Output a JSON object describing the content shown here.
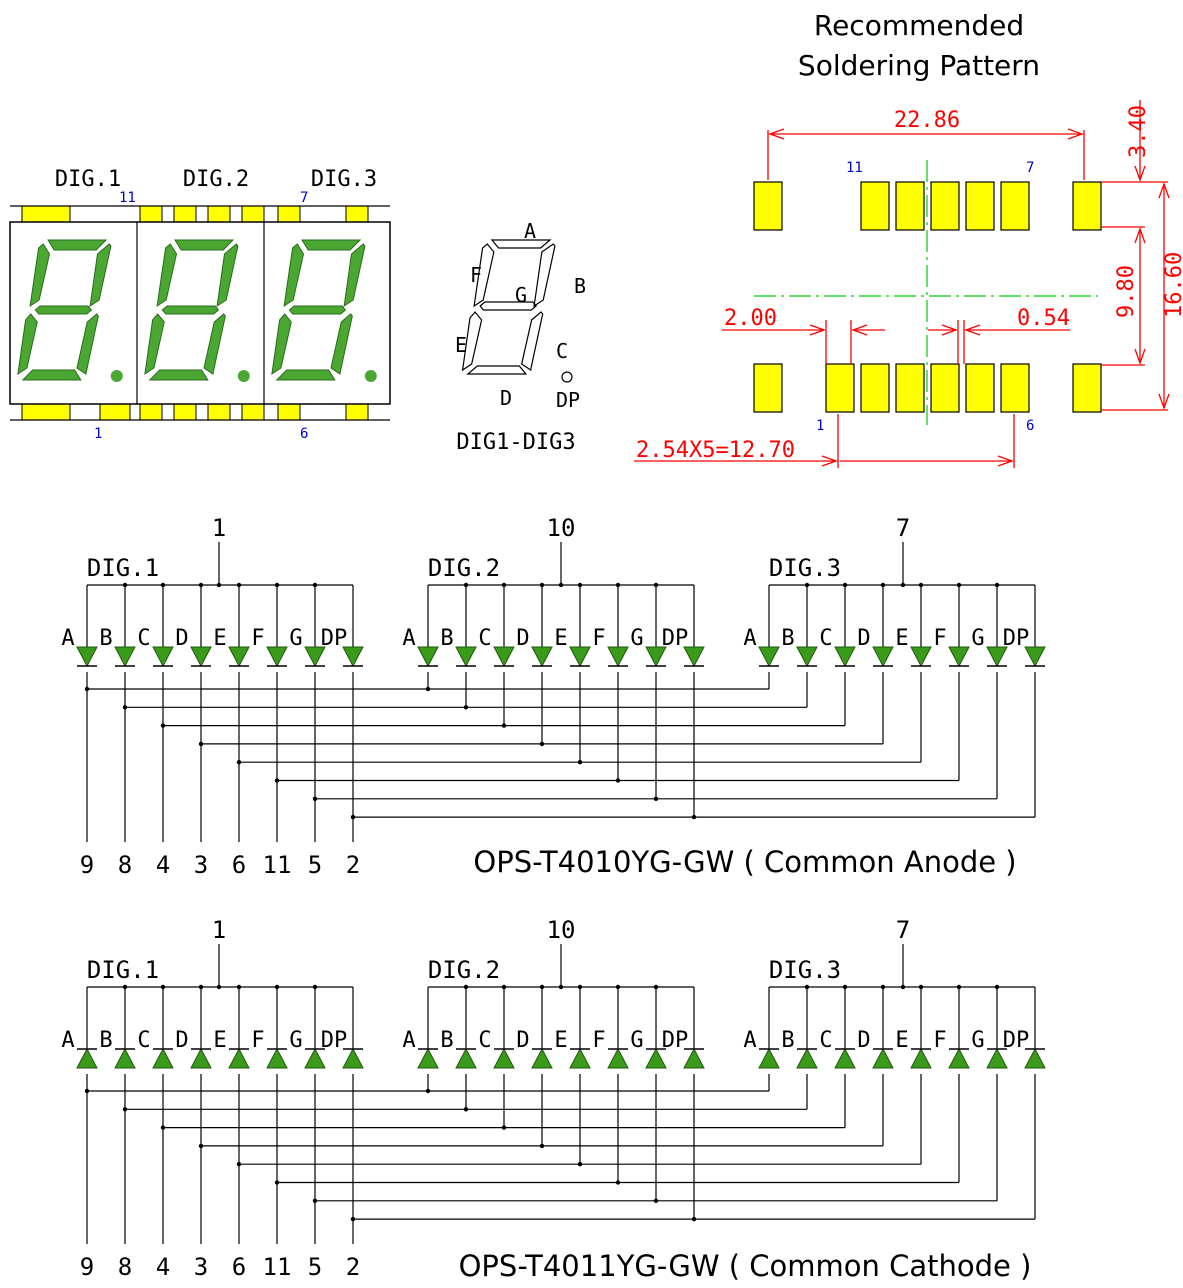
{
  "soldering": {
    "title_line1": "Recommended",
    "title_line2": "Soldering Pattern",
    "dim_width": "22.86",
    "dim_pad_height": "3.40",
    "dim_row_gap": "9.80",
    "dim_total_height": "16.60",
    "dim_pad_width": "2.00",
    "dim_pad_gap": "0.54",
    "dim_pitch": "2.54X5=12.70",
    "pin_top_left": "11",
    "pin_top_right": "7",
    "pin_bottom_left": "1",
    "pin_bottom_right": "6"
  },
  "package": {
    "digit_labels": [
      "DIG.1",
      "DIG.2",
      "DIG.3"
    ],
    "pin_top_left": "11",
    "pin_top_right": "7",
    "pin_bottom_left": "1",
    "pin_bottom_right": "6",
    "segment_color": "#4aa832",
    "pad_color": "#ffff00"
  },
  "segment_key": {
    "labels": {
      "a": "A",
      "b": "B",
      "c": "C",
      "d": "D",
      "e": "E",
      "f": "F",
      "g": "G",
      "dp": "DP"
    },
    "caption": "DIG1-DIG3"
  },
  "schematics": [
    {
      "title": "OPS-T4010YG-GW ( Common Anode )",
      "type": "anode",
      "digits": [
        "DIG.1",
        "DIG.2",
        "DIG.3"
      ],
      "common_pins": [
        "1",
        "10",
        "7"
      ],
      "segment_labels": [
        "A",
        "B",
        "C",
        "D",
        "E",
        "F",
        "G",
        "DP"
      ],
      "segment_pins": [
        "9",
        "8",
        "4",
        "3",
        "6",
        "11",
        "5",
        "2"
      ]
    },
    {
      "title": "OPS-T4011YG-GW ( Common Cathode )",
      "type": "cathode",
      "digits": [
        "DIG.1",
        "DIG.2",
        "DIG.3"
      ],
      "common_pins": [
        "1",
        "10",
        "7"
      ],
      "segment_labels": [
        "A",
        "B",
        "C",
        "D",
        "E",
        "F",
        "G",
        "DP"
      ],
      "segment_pins": [
        "9",
        "8",
        "4",
        "3",
        "6",
        "11",
        "5",
        "2"
      ]
    }
  ],
  "colors": {
    "line": "#000000",
    "dimension": "#ff0000",
    "centerline": "#00cc00",
    "pin_number": "#0000cc",
    "diode": "#3a9a1a"
  }
}
